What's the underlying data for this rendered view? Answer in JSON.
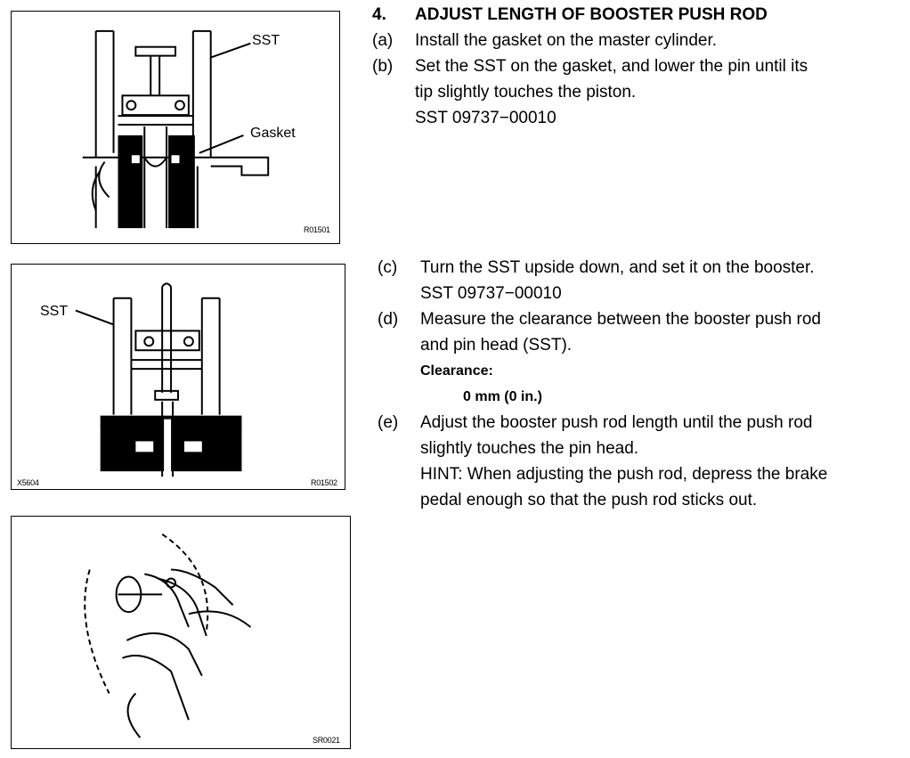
{
  "step": {
    "number": "4.",
    "title": "ADJUST LENGTH OF BOOSTER PUSH ROD"
  },
  "steps": {
    "a": {
      "letter": "(a)",
      "text": "Install the gasket on the master cylinder."
    },
    "b": {
      "letter": "(b)",
      "line1": "Set the SST on the gasket, and lower the pin until its",
      "line2": "tip slightly touches the piston.",
      "line3": "SST 09737−00010"
    },
    "c": {
      "letter": "(c)",
      "line1": "Turn the SST upside down, and set it on the booster.",
      "line2": "SST 09737−00010"
    },
    "d": {
      "letter": "(d)",
      "line1": "Measure the clearance between the booster push rod",
      "line2": "and pin head (SST).",
      "spec_label": "Clearance:",
      "spec_value": "0 mm (0 in.)"
    },
    "e": {
      "letter": "(e)",
      "line1": "Adjust the booster push rod length until the push rod",
      "line2": "slightly touches the pin head.",
      "line3": "HINT: When adjusting the push rod, depress the brake",
      "line4": "pedal enough so that the push rod sticks out."
    }
  },
  "figures": {
    "fig1": {
      "label_sst": "SST",
      "label_gasket": "Gasket",
      "code": "R01501"
    },
    "fig2": {
      "label_sst": "SST",
      "code_left": "X5604",
      "code": "R01502"
    },
    "fig3": {
      "code": "SR0021"
    }
  }
}
